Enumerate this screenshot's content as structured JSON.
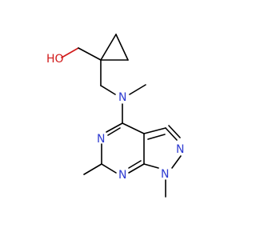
{
  "molecule": {
    "atoms": {
      "oh": "HO",
      "amine_n": "N",
      "pyrimidine_n_upper": "N",
      "pyrimidine_n_lower": "N",
      "pyrazole_n2": "N",
      "pyrazole_n1": "N"
    },
    "colors": {
      "carbon_bond": "#000000",
      "nitrogen": "#2e3bd1",
      "oxygen": "#d11a1a",
      "background": "#ffffff"
    }
  }
}
